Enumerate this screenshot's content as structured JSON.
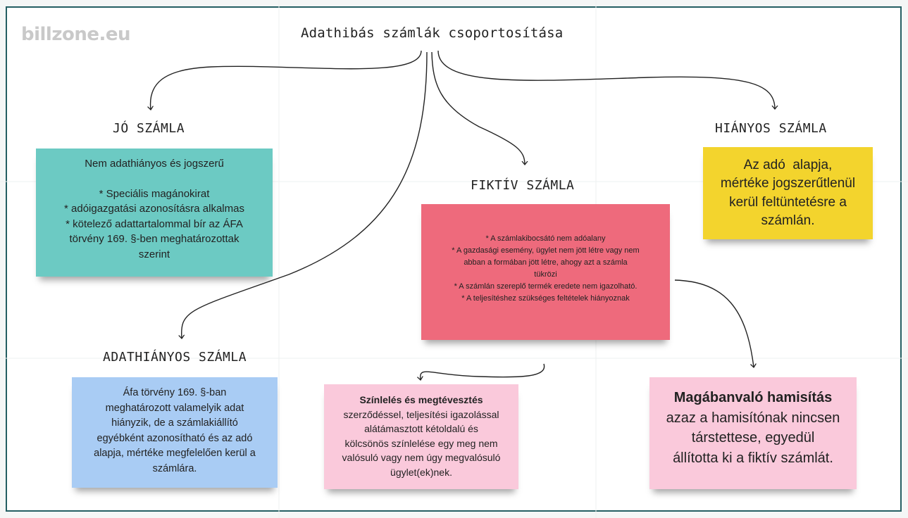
{
  "logo": {
    "text": "billzone.eu"
  },
  "title": "Adathibás számlák csoportosítása",
  "headings": {
    "jo": "JÓ SZÁMLA",
    "hianyos": "HIÁNYOS SZÁMLA",
    "fiktiv": "FIKTÍV SZÁMLA",
    "adathianyos": "ADATHIÁNYOS SZÁMLA"
  },
  "notes": {
    "jo": {
      "lines": [
        "Nem adathiányos és jogszerű",
        "",
        "* Speciális magánokirat",
        "* adóigazgatási azonosításra alkalmas",
        "* kötelező adattartalommal bír az ÁFA",
        "törvény 169. §-ben meghatározottak",
        "szerint"
      ]
    },
    "hianyos": {
      "lines": [
        "Az adó  alapja,",
        "mértéke jogszerűtlenül",
        "kerül feltüntetésre a",
        "számlán."
      ]
    },
    "fiktiv": {
      "lines": [
        "* A számlakibocsátó nem adóalany",
        "* A gazdasági esemény, ügylet nem jött létre vagy nem",
        "abban a formában jött létre, ahogy azt a számla",
        "tükrözi",
        "* A számlán szereplő termék eredete nem igazolható.",
        "* A teljesítéshez szükséges feltételek hiányoznak"
      ]
    },
    "adathianyos": {
      "lines": [
        "Áfa törvény 169. §-ban",
        "meghatározott valamelyik adat",
        "hiányzik, de a számlakiállító",
        "egyébként azonosítható és az adó",
        "alapja, mértéke megfelelően kerül a",
        "számlára."
      ]
    },
    "szinleles": {
      "title": "Színlelés és megtévesztés",
      "lines": [
        "szerződéssel, teljesítési igazolással",
        "alátámasztott kétoldalú és",
        "kölcsönös színlelése egy meg nem",
        "valósuló vagy nem úgy megvalósuló",
        "ügylet(ek)nek."
      ]
    },
    "magaban": {
      "title": "Magábanvaló hamisítás",
      "lines": [
        "azaz a hamisítónak nincsen",
        "társtettese, egyedül",
        "állította ki a fiktív számlát."
      ]
    }
  },
  "colors": {
    "frame": "#245e63",
    "teal": "#6ccac3",
    "yellow": "#f3d42d",
    "red": "#ee6a7c",
    "blue": "#a9ccf4",
    "pink": "#fac9db"
  }
}
